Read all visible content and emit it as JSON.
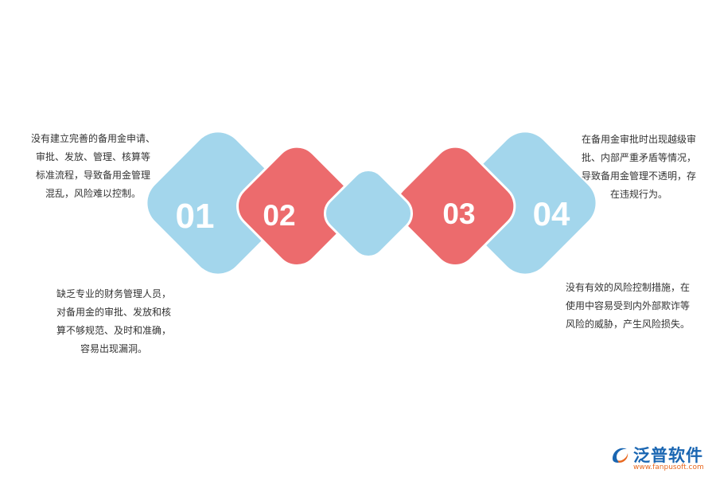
{
  "steps": [
    {
      "number": "01",
      "text": [
        "没有建立完善的备用金申请、",
        "审批、发放、管理、核算等",
        "标准流程，导致备用金管理",
        "混乱，风险难以控制。"
      ]
    },
    {
      "number": "02",
      "text": [
        "缺乏专业的财务管理人员，",
        "对备用金的审批、发放和核",
        "算不够规范、及时和准确，",
        "容易出现漏洞。"
      ]
    },
    {
      "number": "03",
      "text": [
        "在备用金审批时出现越级审",
        "批、内部严重矛盾等情况，",
        "导致备用金管理不透明，存",
        "在违规行为。"
      ]
    },
    {
      "number": "04",
      "text": [
        "没有有效的风险控制措施，在",
        "使用中容易受到内外部欺诈等",
        "风险的威胁，产生风险损失。"
      ]
    }
  ],
  "colors": {
    "blue": "#a3d6ec",
    "red": "#ec6b6d",
    "text": "#333333",
    "brand_blue": "#1a66b2",
    "brand_orange": "#e8681f"
  },
  "logo": {
    "name": "泛普软件",
    "url": "www.fanpusoft.com"
  }
}
